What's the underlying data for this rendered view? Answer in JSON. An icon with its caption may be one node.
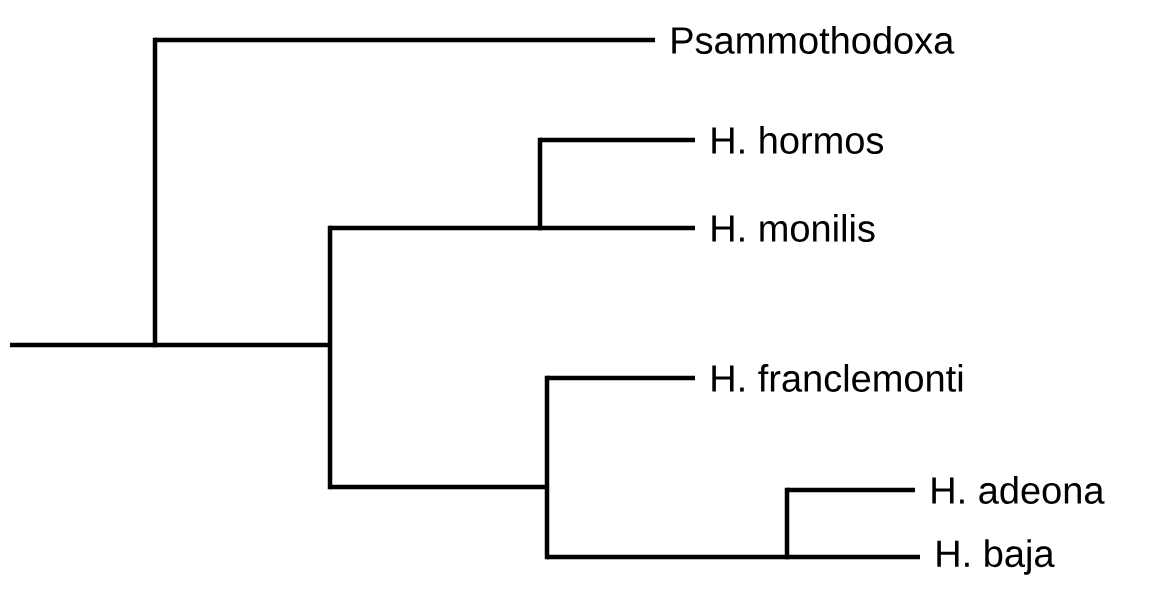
{
  "diagram": {
    "nodes": [
      {
        "text": [
          "Psammothodoxa"
        ]
      },
      {
        "text": [
          "H. hormos"
        ]
      },
      {
        "text": [
          "H. monilis"
        ]
      },
      {
        "text": [
          "H. franclemonti"
        ]
      },
      {
        "text": [
          "H. adeona"
        ]
      },
      {
        "text": [
          "H. baja"
        ]
      },
      {
        "text": [],
        "shape": "bar"
      },
      {
        "text": [],
        "shape": "bar"
      },
      {
        "text": [],
        "shape": "bar"
      },
      {
        "text": [],
        "shape": "bar"
      },
      {
        "text": [],
        "shape": "bar"
      }
    ],
    "edges": [
      {
        "from": null,
        "to": 6,
        "arrow": "none"
      },
      {
        "from": 6,
        "to": 0,
        "arrow": "none"
      },
      {
        "from": 6,
        "to": 7,
        "arrow": "none"
      },
      {
        "from": 7,
        "to": 8,
        "arrow": "none"
      },
      {
        "from": 8,
        "to": 1,
        "arrow": "none"
      },
      {
        "from": 8,
        "to": 2,
        "arrow": "none"
      },
      {
        "from": 7,
        "to": 9,
        "arrow": "none"
      },
      {
        "from": 9,
        "to": 3,
        "arrow": "none"
      },
      {
        "from": 9,
        "to": 10,
        "arrow": "none"
      },
      {
        "from": 10,
        "to": 4,
        "arrow": "none"
      },
      {
        "from": 10,
        "to": 5,
        "arrow": "none"
      }
    ]
  }
}
